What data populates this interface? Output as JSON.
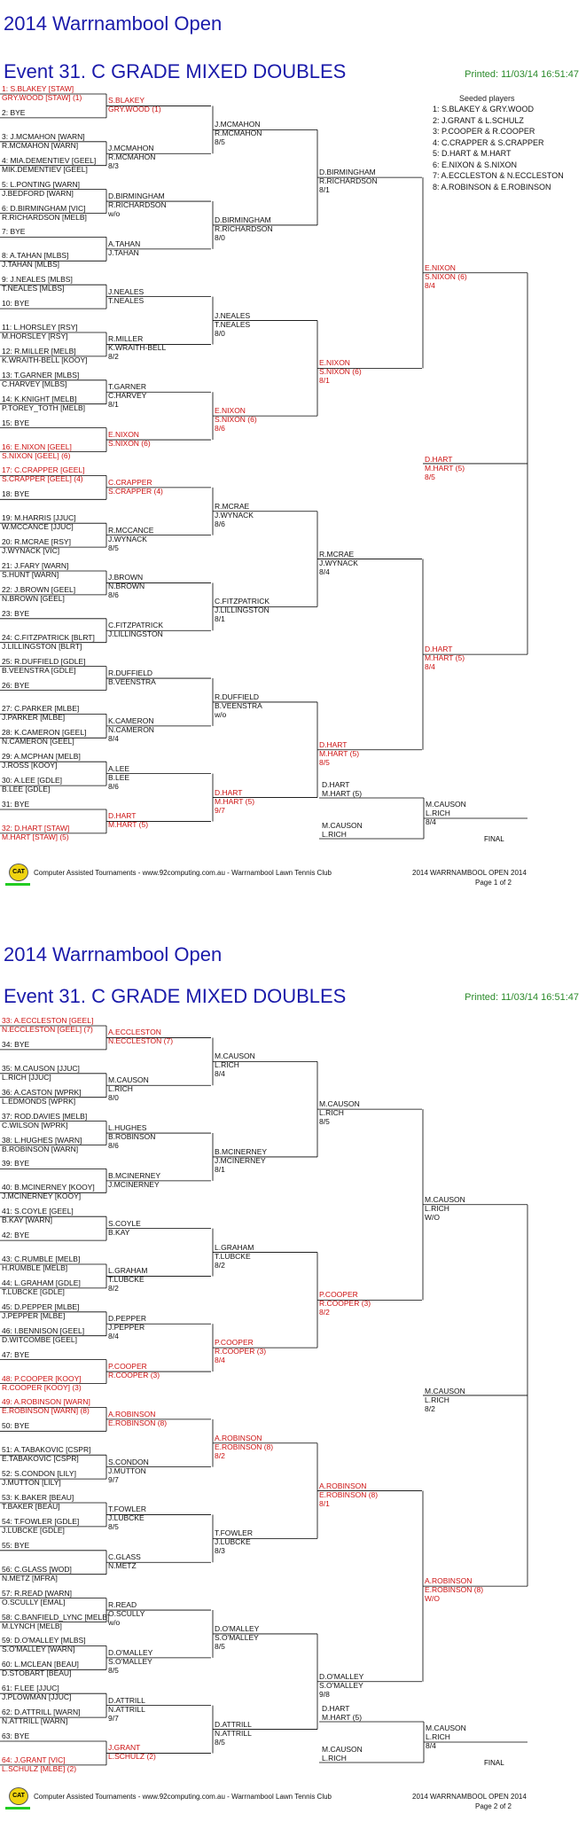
{
  "pages": [
    {
      "heading": "2014 Warrnambool Open",
      "event": "Event 31. C GRADE MIXED DOUBLES",
      "printed": "Printed: 11/03/14 16:51:47",
      "seeded_title": "Seeded players",
      "seeds": [
        "1: S.BLAKEY & GRY.WOOD",
        "2: J.GRANT & L.SCHULZ",
        "3: P.COOPER & R.COOPER",
        "4: C.CRAPPER & S.CRAPPER",
        "5: D.HART & M.HART",
        "6: E.NIXON & S.NIXON",
        "7: A.ECCLESTON & N.ECCLESTON",
        "8: A.ROBINSON & E.ROBINSON"
      ],
      "entries": [
        {
          "l1": "1: S.BLAKEY [STAW]",
          "l2": "GRY.WOOD [STAW] (1)",
          "seed": true
        },
        {
          "l1": "2: BYE",
          "l2": "",
          "seed": false
        },
        {
          "l1": "3: J.MCMAHON [WARN]",
          "l2": "R.MCMAHON [WARN]",
          "seed": false
        },
        {
          "l1": "4: MIA.DEMENTIEV [GEEL]",
          "l2": "MIK.DEMENTIEV [GEEL]",
          "seed": false
        },
        {
          "l1": "5: L.PONTING [WARN]",
          "l2": "J.BEDFORD [WARN]",
          "seed": false
        },
        {
          "l1": "6: D.BIRMINGHAM [VIC]",
          "l2": "R.RICHARDSON [MELB]",
          "seed": false
        },
        {
          "l1": "7: BYE",
          "l2": "",
          "seed": false
        },
        {
          "l1": "8: A.TAHAN [MLBS]",
          "l2": "J.TAHAN [MLBS]",
          "seed": false
        },
        {
          "l1": "9: J.NEALES [MLBS]",
          "l2": "T.NEALES [MLBS]",
          "seed": false
        },
        {
          "l1": "10: BYE",
          "l2": "",
          "seed": false
        },
        {
          "l1": "11: L.HORSLEY [RSY]",
          "l2": "M.HORSLEY [RSY]",
          "seed": false
        },
        {
          "l1": "12: R.MILLER [MELB]",
          "l2": "K.WRAITH-BELL [KOOY]",
          "seed": false
        },
        {
          "l1": "13: T.GARNER [MLBS]",
          "l2": "C.HARVEY [MLBS]",
          "seed": false
        },
        {
          "l1": "14: K.KNIGHT [MELB]",
          "l2": "P.TOREY_TOTH [MELB]",
          "seed": false
        },
        {
          "l1": "15: BYE",
          "l2": "",
          "seed": false
        },
        {
          "l1": "16: E.NIXON [GEEL]",
          "l2": "S.NIXON [GEEL] (6)",
          "seed": true
        },
        {
          "l1": "17: C.CRAPPER [GEEL]",
          "l2": "S.CRAPPER [GEEL] (4)",
          "seed": true
        },
        {
          "l1": "18: BYE",
          "l2": "",
          "seed": false
        },
        {
          "l1": "19: M.HARRIS [JJUC]",
          "l2": "W.MCCANCE [JJUC]",
          "seed": false
        },
        {
          "l1": "20: R.MCRAE [RSY]",
          "l2": "J.WYNACK [VIC]",
          "seed": false
        },
        {
          "l1": "21: J.FARY [WARN]",
          "l2": "S.HUNT [WARN]",
          "seed": false
        },
        {
          "l1": "22: J.BROWN [GEEL]",
          "l2": "N.BROWN [GEEL]",
          "seed": false
        },
        {
          "l1": "23: BYE",
          "l2": "",
          "seed": false
        },
        {
          "l1": "24: C.FITZPATRICK [BLRT]",
          "l2": "J.LILLINGSTON [BLRT]",
          "seed": false
        },
        {
          "l1": "25: R.DUFFIELD [GDLE]",
          "l2": "B.VEENSTRA [GDLE]",
          "seed": false
        },
        {
          "l1": "26: BYE",
          "l2": "",
          "seed": false
        },
        {
          "l1": "27: C.PARKER [MLBE]",
          "l2": "J.PARKER [MLBE]",
          "seed": false
        },
        {
          "l1": "28: K.CAMERON [GEEL]",
          "l2": "N.CAMERON [GEEL]",
          "seed": false
        },
        {
          "l1": "29: A.MCPHAN [MELB]",
          "l2": "J.ROSS [KOOY]",
          "seed": false
        },
        {
          "l1": "30: A.LEE [GDLE]",
          "l2": "B.LEE [GDLE]",
          "seed": false
        },
        {
          "l1": "31: BYE",
          "l2": "",
          "seed": false
        },
        {
          "l1": "32: D.HART [STAW]",
          "l2": "M.HART [STAW] (5)",
          "seed": true
        }
      ],
      "r1": [
        {
          "a": "S.BLAKEY",
          "b": "GRY.WOOD (1)",
          "sc": "",
          "seed": true
        },
        {
          "a": "J.MCMAHON",
          "b": "R.MCMAHON",
          "sc": "8/3",
          "seed": false
        },
        {
          "a": "D.BIRMINGHAM",
          "b": "R.RICHARDSON",
          "sc": "w/o",
          "seed": false
        },
        {
          "a": "A.TAHAN",
          "b": "J.TAHAN",
          "sc": "",
          "seed": false
        },
        {
          "a": "J.NEALES",
          "b": "T.NEALES",
          "sc": "",
          "seed": false
        },
        {
          "a": "R.MILLER",
          "b": "K.WRAITH-BELL",
          "sc": "8/2",
          "seed": false
        },
        {
          "a": "T.GARNER",
          "b": "C.HARVEY",
          "sc": "8/1",
          "seed": false
        },
        {
          "a": "E.NIXON",
          "b": "S.NIXON (6)",
          "sc": "",
          "seed": true
        },
        {
          "a": "C.CRAPPER",
          "b": "S.CRAPPER (4)",
          "sc": "",
          "seed": true
        },
        {
          "a": "R.MCCANCE",
          "b": "J.WYNACK",
          "sc": "8/5",
          "seed": false
        },
        {
          "a": "J.BROWN",
          "b": "N.BROWN",
          "sc": "8/6",
          "seed": false
        },
        {
          "a": "C.FITZPATRICK",
          "b": "J.LILLINGSTON",
          "sc": "",
          "seed": false
        },
        {
          "a": "R.DUFFIELD",
          "b": "B.VEENSTRA",
          "sc": "",
          "seed": false
        },
        {
          "a": "K.CAMERON",
          "b": "N.CAMERON",
          "sc": "8/4",
          "seed": false
        },
        {
          "a": "A.LEE",
          "b": "B.LEE",
          "sc": "8/6",
          "seed": false
        },
        {
          "a": "D.HART",
          "b": "M.HART (5)",
          "sc": "",
          "seed": true
        }
      ],
      "r2": [
        {
          "a": "J.MCMAHON",
          "b": "R.MCMAHON",
          "sc": "8/5",
          "seed": false
        },
        {
          "a": "D.BIRMINGHAM",
          "b": "R.RICHARDSON",
          "sc": "8/0",
          "seed": false
        },
        {
          "a": "J.NEALES",
          "b": "T.NEALES",
          "sc": "8/0",
          "seed": false
        },
        {
          "a": "E.NIXON",
          "b": "S.NIXON (6)",
          "sc": "8/6",
          "seed": true
        },
        {
          "a": "R.MCRAE",
          "b": "J.WYNACK",
          "sc": "8/6",
          "seed": false
        },
        {
          "a": "C.FITZPATRICK",
          "b": "J.LILLINGSTON",
          "sc": "8/1",
          "seed": false
        },
        {
          "a": "R.DUFFIELD",
          "b": "B.VEENSTRA",
          "sc": "w/o",
          "seed": false
        },
        {
          "a": "D.HART",
          "b": "M.HART (5)",
          "sc": "9/7",
          "seed": true
        }
      ],
      "r3": [
        {
          "a": "D.BIRMINGHAM",
          "b": "R.RICHARDSON",
          "sc": "8/1",
          "seed": false
        },
        {
          "a": "E.NIXON",
          "b": "S.NIXON (6)",
          "sc": "8/1",
          "seed": true
        },
        {
          "a": "R.MCRAE",
          "b": "J.WYNACK",
          "sc": "8/4",
          "seed": false
        },
        {
          "a": "D.HART",
          "b": "M.HART (5)",
          "sc": "8/5",
          "seed": true
        }
      ],
      "r4": [
        {
          "a": "E.NIXON",
          "b": "S.NIXON (6)",
          "sc": "8/4",
          "seed": true
        },
        {
          "a": "D.HART",
          "b": "M.HART (5)",
          "sc": "8/4",
          "seed": true
        }
      ],
      "r5": [
        {
          "a": "D.HART",
          "b": "M.HART (5)",
          "sc": "8/5",
          "seed": true
        }
      ],
      "final_top": {
        "a": "D.HART",
        "b": "M.HART (5)"
      },
      "final_bottom": {
        "a": "M.CAUSON",
        "b": "L.RICH"
      },
      "final_result": {
        "a": "M.CAUSON",
        "b": "L.RICH",
        "sc": "8/4"
      },
      "final_label": "FINAL",
      "footer_left": "Computer Assisted Tournaments - www.92computing.com.au -  Warrnambool Lawn Tennis Club",
      "footer_right": "2014 WARRNAMBOOL OPEN 2014",
      "page_no": "Page 1 of 2",
      "cat_label": "CAT"
    },
    {
      "heading": "2014 Warrnambool Open",
      "event": "Event 31. C GRADE MIXED DOUBLES",
      "printed": "Printed: 11/03/14 16:51:47",
      "entries": [
        {
          "l1": "33: A.ECCLESTON [GEEL]",
          "l2": "N.ECCLESTON [GEEL] (7)",
          "seed": true
        },
        {
          "l1": "34: BYE",
          "l2": "",
          "seed": false
        },
        {
          "l1": "35: M.CAUSON [JJUC]",
          "l2": "L.RICH [JJUC]",
          "seed": false
        },
        {
          "l1": "36: A.CASTON [WPRK]",
          "l2": "L.EDMONDS [WPRK]",
          "seed": false
        },
        {
          "l1": "37: ROD.DAVIES [MELB]",
          "l2": "C.WILSON [WPRK]",
          "seed": false
        },
        {
          "l1": "38: L.HUGHES [WARN]",
          "l2": "B.ROBINSON [WARN]",
          "seed": false
        },
        {
          "l1": "39: BYE",
          "l2": "",
          "seed": false
        },
        {
          "l1": "40: B.MCINERNEY [KOOY]",
          "l2": "J.MCINERNEY [KOOY]",
          "seed": false
        },
        {
          "l1": "41: S.COYLE [GEEL]",
          "l2": "B.KAY [WARN]",
          "seed": false
        },
        {
          "l1": "42: BYE",
          "l2": "",
          "seed": false
        },
        {
          "l1": "43: C.RUMBLE [MELB]",
          "l2": "H.RUMBLE [MELB]",
          "seed": false
        },
        {
          "l1": "44: L.GRAHAM [GDLE]",
          "l2": "T.LUBCKE [GDLE]",
          "seed": false
        },
        {
          "l1": "45: D.PEPPER [MLBE]",
          "l2": "J.PEPPER [MLBE]",
          "seed": false
        },
        {
          "l1": "46: I.BENNISON [GEEL]",
          "l2": "D.WITCOMBE [GEEL]",
          "seed": false
        },
        {
          "l1": "47: BYE",
          "l2": "",
          "seed": false
        },
        {
          "l1": "48: P.COOPER [KOOY]",
          "l2": "R.COOPER [KOOY] (3)",
          "seed": true
        },
        {
          "l1": "49: A.ROBINSON [WARN]",
          "l2": "E.ROBINSON [WARN] (8)",
          "seed": true
        },
        {
          "l1": "50: BYE",
          "l2": "",
          "seed": false
        },
        {
          "l1": "51: A.TABAKOVIC [CSPR]",
          "l2": "E.TABAKOVIC [CSPR]",
          "seed": false
        },
        {
          "l1": "52: S.CONDON [LILY]",
          "l2": "J.MUTTON [LILY]",
          "seed": false
        },
        {
          "l1": "53: K.BAKER [BEAU]",
          "l2": "T.BAKER [BEAU]",
          "seed": false
        },
        {
          "l1": "54: T.FOWLER [GDLE]",
          "l2": "J.LUBCKE [GDLE]",
          "seed": false
        },
        {
          "l1": "55: BYE",
          "l2": "",
          "seed": false
        },
        {
          "l1": "56: C.GLASS [WOD]",
          "l2": "N.METZ [MFRA]",
          "seed": false
        },
        {
          "l1": "57: R.READ [WARN]",
          "l2": "O.SCULLY [EMAL]",
          "seed": false
        },
        {
          "l1": "58: C.BANFIELD_LYNC [MELB]",
          "l2": "M.LYNCH [MELB]",
          "seed": false
        },
        {
          "l1": "59: D.O'MALLEY [MLBS]",
          "l2": "S.O'MALLEY [WARN]",
          "seed": false
        },
        {
          "l1": "60: L.MCLEAN [BEAU]",
          "l2": "D.STOBART [BEAU]",
          "seed": false
        },
        {
          "l1": "61: F.LEE [JJUC]",
          "l2": "J.PLOWMAN [JJUC]",
          "seed": false
        },
        {
          "l1": "62: D.ATTRILL [WARN]",
          "l2": "N.ATTRILL [WARN]",
          "seed": false
        },
        {
          "l1": "63: BYE",
          "l2": "",
          "seed": false
        },
        {
          "l1": "64: J.GRANT [VIC]",
          "l2": "L.SCHULZ [MLBE] (2)",
          "seed": true
        }
      ],
      "r1": [
        {
          "a": "A.ECCLESTON",
          "b": "N.ECCLESTON (7)",
          "sc": "",
          "seed": true
        },
        {
          "a": "M.CAUSON",
          "b": "L.RICH",
          "sc": "8/0",
          "seed": false
        },
        {
          "a": "L.HUGHES",
          "b": "B.ROBINSON",
          "sc": "8/6",
          "seed": false
        },
        {
          "a": "B.MCINERNEY",
          "b": "J.MCINERNEY",
          "sc": "",
          "seed": false
        },
        {
          "a": "S.COYLE",
          "b": "B.KAY",
          "sc": "",
          "seed": false
        },
        {
          "a": "L.GRAHAM",
          "b": "T.LUBCKE",
          "sc": "8/2",
          "seed": false
        },
        {
          "a": "D.PEPPER",
          "b": "J.PEPPER",
          "sc": "8/4",
          "seed": false
        },
        {
          "a": "P.COOPER",
          "b": "R.COOPER (3)",
          "sc": "",
          "seed": true
        },
        {
          "a": "A.ROBINSON",
          "b": "E.ROBINSON (8)",
          "sc": "",
          "seed": true
        },
        {
          "a": "S.CONDON",
          "b": "J.MUTTON",
          "sc": "9/7",
          "seed": false
        },
        {
          "a": "T.FOWLER",
          "b": "J.LUBCKE",
          "sc": "8/5",
          "seed": false
        },
        {
          "a": "C.GLASS",
          "b": "N.METZ",
          "sc": "",
          "seed": false
        },
        {
          "a": "R.READ",
          "b": "O.SCULLY",
          "sc": "w/o",
          "seed": false
        },
        {
          "a": "D.O'MALLEY",
          "b": "S.O'MALLEY",
          "sc": "8/5",
          "seed": false
        },
        {
          "a": "D.ATTRILL",
          "b": "N.ATTRILL",
          "sc": "9/7",
          "seed": false
        },
        {
          "a": "J.GRANT",
          "b": "L.SCHULZ (2)",
          "sc": "",
          "seed": true
        }
      ],
      "r2": [
        {
          "a": "M.CAUSON",
          "b": "L.RICH",
          "sc": "8/4",
          "seed": false
        },
        {
          "a": "B.MCINERNEY",
          "b": "J.MCINERNEY",
          "sc": "8/1",
          "seed": false
        },
        {
          "a": "L.GRAHAM",
          "b": "T.LUBCKE",
          "sc": "8/2",
          "seed": false
        },
        {
          "a": "P.COOPER",
          "b": "R.COOPER (3)",
          "sc": "8/4",
          "seed": true
        },
        {
          "a": "A.ROBINSON",
          "b": "E.ROBINSON (8)",
          "sc": "8/2",
          "seed": true
        },
        {
          "a": "T.FOWLER",
          "b": "J.LUBCKE",
          "sc": "8/3",
          "seed": false
        },
        {
          "a": "D.O'MALLEY",
          "b": "S.O'MALLEY",
          "sc": "8/5",
          "seed": false
        },
        {
          "a": "D.ATTRILL",
          "b": "N.ATTRILL",
          "sc": "8/5",
          "seed": false
        }
      ],
      "r3": [
        {
          "a": "M.CAUSON",
          "b": "L.RICH",
          "sc": "8/5",
          "seed": false
        },
        {
          "a": "P.COOPER",
          "b": "R.COOPER (3)",
          "sc": "8/2",
          "seed": true
        },
        {
          "a": "A.ROBINSON",
          "b": "E.ROBINSON (8)",
          "sc": "8/1",
          "seed": true
        },
        {
          "a": "D.O'MALLEY",
          "b": "S.O'MALLEY",
          "sc": "9/8",
          "seed": false
        }
      ],
      "r4": [
        {
          "a": "M.CAUSON",
          "b": "L.RICH",
          "sc": "W/O",
          "seed": false
        },
        {
          "a": "A.ROBINSON",
          "b": "E.ROBINSON (8)",
          "sc": "W/O",
          "seed": true
        }
      ],
      "r5": [
        {
          "a": "M.CAUSON",
          "b": "L.RICH",
          "sc": "8/2",
          "seed": false
        }
      ],
      "final_top": {
        "a": "D.HART",
        "b": "M.HART (5)"
      },
      "final_bottom": {
        "a": "M.CAUSON",
        "b": "L.RICH"
      },
      "final_result": {
        "a": "M.CAUSON",
        "b": "L.RICH",
        "sc": "8/4"
      },
      "final_label": "FINAL",
      "footer_left": "Computer Assisted Tournaments - www.92computing.com.au -  Warrnambool Lawn Tennis Club",
      "footer_right": "2014 WARRNAMBOOL OPEN 2014",
      "page_no": "Page 2 of 2",
      "cat_label": "CAT"
    }
  ]
}
